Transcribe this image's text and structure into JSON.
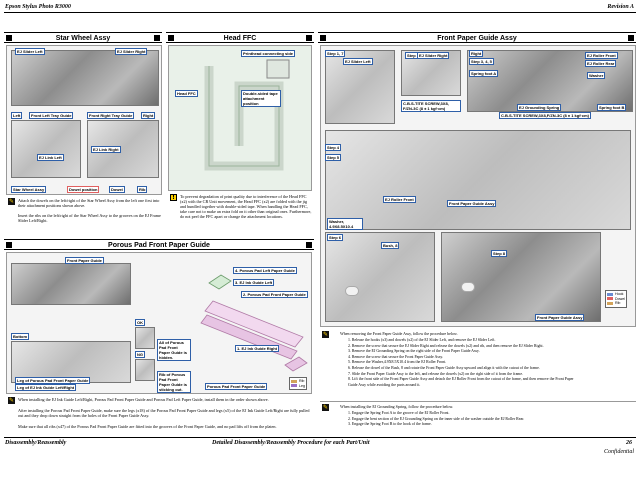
{
  "header": {
    "left": "Epson Stylus Photo R3000",
    "right": "Revision A"
  },
  "footer": {
    "left": "Disassembly/Reassembly",
    "center": "Detailed Disassembly/Reassembly Procedure for each Part/Unit",
    "page": "26",
    "confidential": "Confidential"
  },
  "star_wheel": {
    "title": "Star Wheel Assy",
    "labels": {
      "ej_slider_left": "EJ Slider Left",
      "ej_slider_right": "EJ Slider Right",
      "left": "Left",
      "right": "Right",
      "front_left_tray_guide": "Front Left Tray Guide",
      "front_right_tray_guide": "Front Right Tray Guide",
      "ej_link_left": "EJ Link Left",
      "ej_link_right": "EJ Link Right",
      "star_wheel_assy": "Star Wheel Assy",
      "dowel_position": "Dowel position",
      "dowel": "Dowel",
      "rib": "Rib"
    },
    "notes": [
      "Attach the dowels on the left/right of the Star Wheel Assy from the left one first into their attachment positions shown above.",
      "Insert the ribs on the left/right of the Star Wheel Assy to the grooves on the EJ Frame Slider Left/Right."
    ]
  },
  "head_ffc": {
    "title": "Head FFC",
    "labels": {
      "printhead_connecting_side": "Printhead connecting side",
      "head_ffc": "Head FFC",
      "double_sided_tape": "Double-sided tape attachment position"
    },
    "note": "To prevent degradation of print quality due to interference of the Head FFC (x2) with the CR Unit movement, the Head FFC (x2) are folded with the jig and bundled together with double-sided tape. When handling the Head FFC, take care not to make an extra fold on it other than original ones. Furthermore, do not peel the FFC apart or change the attachment locations."
  },
  "porous_pad": {
    "title": "Porous Pad Front Paper Guide",
    "labels": {
      "front_paper_guide": "Front Paper Guide",
      "ok": "OK",
      "ng": "NG",
      "bottom": "Bottom",
      "all_of_porous": "All of Porous Pad Front Paper Guide is hidden.",
      "rib_sticking_out": "Rib of Porous Pad Front Paper Guide is sticking out.",
      "leg_of_porous": "Leg of Porous Pad Front Paper Guide",
      "leg_ej_ink_guide": "Leg of EJ Ink Guide Left/Right",
      "porous_pad_ej_ink_guide_right": "4. Porous Pad Left Paper Guide",
      "ej_ink_guide_left": "3. EJ Ink Guide Left",
      "porous_pad_front": "2. Porous Pad Front Paper Guide",
      "ej_ink_guide_right": "1. EJ Ink Guide Right",
      "porous_pad_front_bottom": "Porous Pad Front Paper Guide",
      "rib": "Rib",
      "leg": "Leg"
    },
    "notes": [
      "When installing the EJ Ink Guide Left/Right, Porous Pad Front Paper Guide and Porous Pad Left Paper Guide, install them in the order shown above.",
      "After installing the Porous Pad Front Paper Guide, make sure the legs (x18) of the Porous Pad Front Paper Guide and legs (x5) of the EJ Ink Guide Left/Right are fully pulled out and they drop down straight from the holes of the Front Paper Guide Assy.",
      "Make sure that all ribs (x47) of the Porous Pad Front Paper Guide are fitted into the grooves of the Front Paper Guide, and no pad lifts off from the platen."
    ]
  },
  "front_paper_guide": {
    "title": "Front Paper Guide Assy",
    "labels": {
      "step1": "Step 1, 7",
      "step2": "Step 2",
      "step3": "Step 3, 4, 5",
      "step4": "Step 4",
      "step5": "Step 5",
      "step6": "Step 6",
      "step_right": "Step 8",
      "ej_slider_left": "EJ Slider Left",
      "ej_slider_right": "EJ Slider Right",
      "screw1": "C.B.S-TITE SCREW,3X8, F/ZN-3C (8 ± 1 kgf·cm)",
      "ej_roller_front": "EJ Roller Front",
      "ej_roller_rear": "EJ Roller Rear",
      "washer": "Washer",
      "spring_foot_a": "Spring foot A",
      "spring_foot_b": "Spring foot B",
      "ej_grounding_spring": "EJ Grounding Spring",
      "screw2": "C.B.S-TITE SCREW,3X8,F/ZN-3C (8 ± 1 kgf·cm)",
      "washer2": "Washer, 4.9X8.5X10.4",
      "ej_roller_front2": "EJ Roller Front",
      "front_paper_guide_assy": "Front Paper Guide Assy",
      "bush_b": "Bush, 8",
      "hook": "Hook",
      "dowel": "Dowel",
      "rib": "Rib",
      "right": "Right"
    },
    "removal_intro": "When removing the Front Paper Guide Assy, follow the procedure below.",
    "removal_steps": [
      "1.  Release the hooks (x3) and dowels (x2) of the EJ Slider Left, and remove the EJ Slider Left.",
      "2.  Remove the screw that secure the EJ Slider Right and release the dowels (x2) and rib, and then remove the EJ Slider Right.",
      "3.  Remove the EJ Grounding Spring on the right side of the Front Paper Guide Assy.",
      "4.  Remove the screw that secure the Front Paper Guide Assy.",
      "5.  Remove the Washer,4.9X8.5X10.4 from the EJ Roller Front.",
      "6.  Release the dowel of the Bush, 8 and rotate the Front Paper Guide Assy upward and align it with the cutout of the frame.",
      "7.  Slide the Front Paper Guide Assy to the left, and release the dowels (x2) on the right side of it from the frame.",
      "8.  Lift the front side of the Front Paper Guide Assy and detach the EJ Roller Front from the cutout of the frame, and then remove the Front Paper",
      "     Guide Assy while avoiding the parts around it."
    ],
    "grounding_intro": "When installing the EJ Grounding Spring, follow the procedure below.",
    "grounding_steps": [
      "1.  Engage the Spring Foot A to the groove of the EJ Roller Front.",
      "2.  Engage the bent section of the EJ Grounding Spring on the inner side of the washer outside the EJ Roller Rear.",
      "3.  Engage the Spring Foot B to the hook of the frame."
    ]
  },
  "colors": {
    "label_border": "#2e5fa8",
    "hook": "#6a8bd1",
    "dowel": "#e06060",
    "rib": "#d2a35a",
    "leg": "#9b6fc4"
  }
}
